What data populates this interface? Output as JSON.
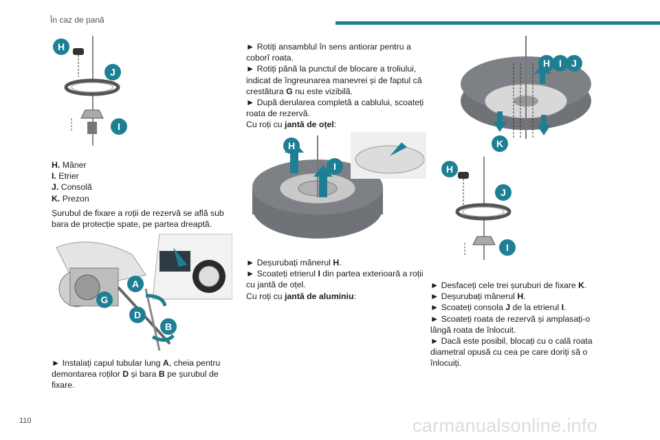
{
  "header": {
    "section_title": "În caz de pană",
    "page_number": "110"
  },
  "watermark": "carmanualsonline.info",
  "legend": [
    {
      "key": "H.",
      "label": "Mâner"
    },
    {
      "key": "I.",
      "label": "Etrier"
    },
    {
      "key": "J.",
      "label": "Consolă"
    },
    {
      "key": "K.",
      "label": "Prezon"
    }
  ],
  "col1": {
    "para1": "Șurubul de fixare a roții de rezervă se află sub bara de protecție spate, pe partea dreaptă.",
    "step1_pre": "► Instalați capul tubular lung ",
    "step1_A": "A",
    "step1_mid1": ", cheia pentru demontarea roților ",
    "step1_D": "D",
    "step1_mid2": " și bara ",
    "step1_B": "B",
    "step1_post": " pe șurubul de fixare."
  },
  "col2": {
    "s1": "► Rotiți ansamblul în sens antiorar pentru a coborî roata.",
    "s2_pre": "► Rotiți până la punctul de blocare a troliului, indicat de îngreunarea manevrei și de faptul că crestătura ",
    "s2_G": "G",
    "s2_post": " nu este vizibilă.",
    "s3": "► După derularea completă a cablului, scoateți roata de rezervă.",
    "s4_pre": "Cu roți cu ",
    "s4_b": "jantă de oțel",
    "s4_post": ":",
    "s5_pre": "► Deșurubați mânerul ",
    "s5_b": "H",
    "s5_post": ".",
    "s6_pre": "► Scoateți etrierul ",
    "s6_b": "I",
    "s6_post": " din partea exterioară a roții cu jantă de oțel.",
    "s7_pre": "Cu roți cu ",
    "s7_b": "jantă de aluminiu",
    "s7_post": ":"
  },
  "col3": {
    "s1_pre": "► Desfaceți cele trei șuruburi de fixare ",
    "s1_b": "K",
    "s1_post": ".",
    "s2_pre": "► Deșurubați mânerul ",
    "s2_b": "H",
    "s2_post": ".",
    "s3_pre": "► Scoateți consola ",
    "s3_b": "J",
    "s3_mid": " de la etrierul ",
    "s3_b2": "I",
    "s3_post": ".",
    "s4": "► Scoateți roata de rezervă și amplasați-o lângă roata de înlocuit.",
    "s5": "► Dacă este posibil, blocați cu o cală roata diametral opusă cu cea pe care doriți să o înlocuiți."
  },
  "figures": {
    "fig1_labels": [
      "H",
      "J",
      "I"
    ],
    "fig2_labels": [
      "A",
      "G",
      "D",
      "B"
    ],
    "fig3_labels": [
      "H",
      "I"
    ],
    "fig4_labels": [
      "H",
      "I",
      "J",
      "K"
    ],
    "fig5_labels": [
      "H",
      "J",
      "I"
    ]
  },
  "colors": {
    "accent": "#1e7f94"
  }
}
